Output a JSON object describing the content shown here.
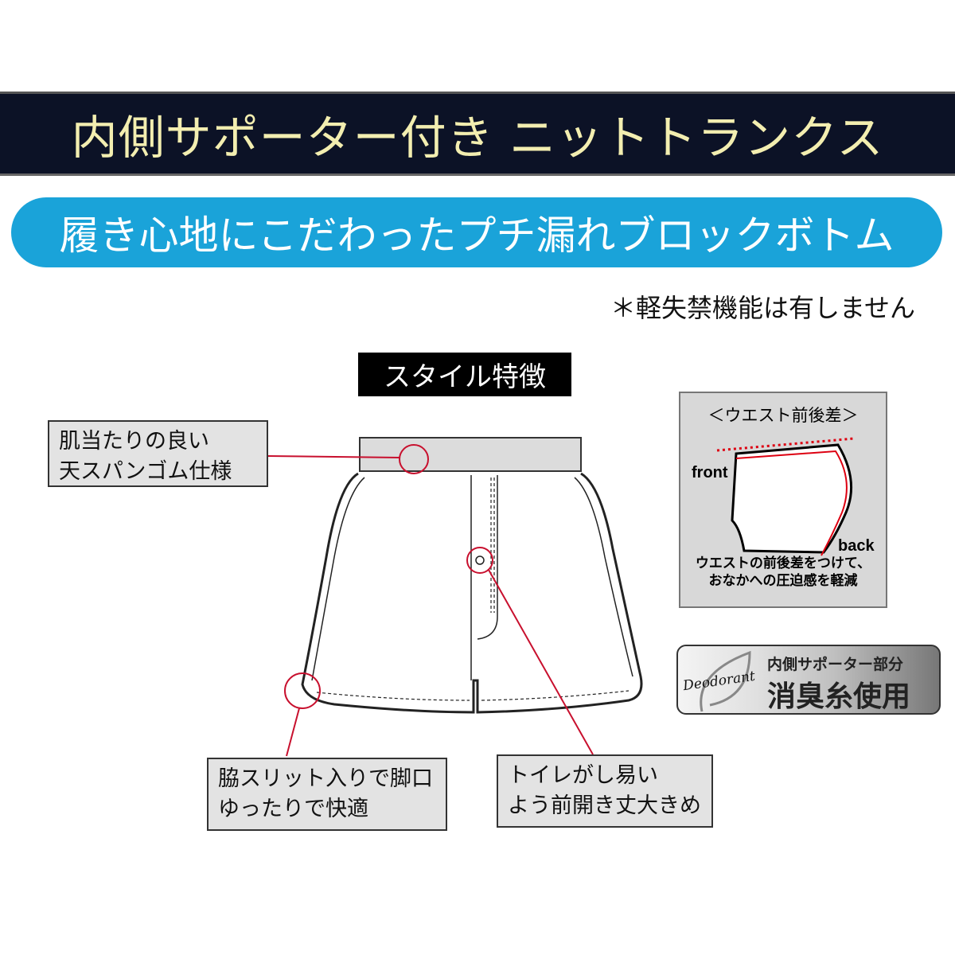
{
  "title": "内側サポーター付き ニットトランクス",
  "subtitle": "履き心地にこだわったプチ漏れブロックボトム",
  "note": "＊軽失禁機能は有しません",
  "style_heading": "スタイル特徴",
  "callouts": {
    "waistband": [
      "肌当たりの良い",
      "天スパンゴム仕様"
    ],
    "side_slit": [
      "脇スリット入りで脚口",
      "ゆったりで快適"
    ],
    "front_opening": [
      "トイレがし易い",
      "よう前開き丈大きめ"
    ]
  },
  "waist_panel": {
    "title": "＜ウエスト前後差＞",
    "front_label": "front",
    "back_label": "back",
    "description": [
      "ウエストの前後差をつけて、",
      "おなかへの圧迫感を軽減"
    ]
  },
  "deodorant_badge": {
    "logo_text": "Deodorant",
    "line1": "内側サポーター部分",
    "line2": "消臭糸使用"
  },
  "colors": {
    "title_bg": "#0c1226",
    "title_text": "#f3eeb0",
    "subtitle_bg": "#1aa3d9",
    "callout_line": "#c8102e"
  }
}
